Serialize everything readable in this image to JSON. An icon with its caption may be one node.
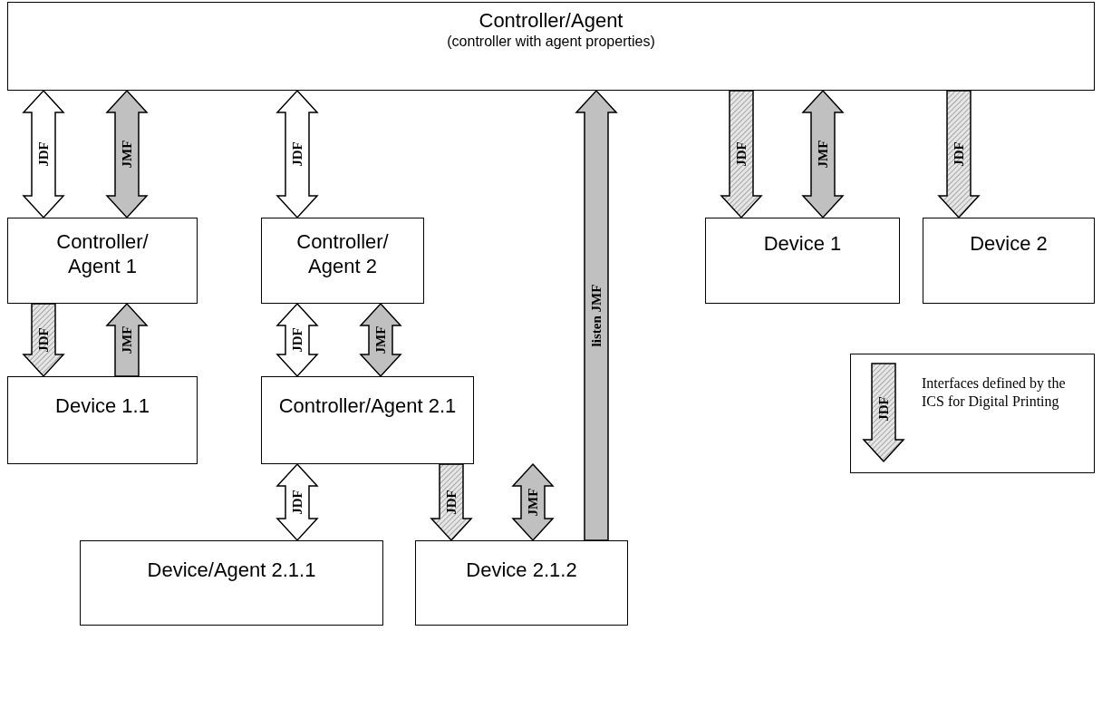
{
  "diagram": {
    "nodes": [
      {
        "text": [
          "Controller/Agent",
          "(controller with agent properties)"
        ]
      },
      {
        "text": [
          "Controller/ Agent 1"
        ]
      },
      {
        "text": [
          "Controller/ Agent 2"
        ]
      },
      {
        "text": [
          "Device 1"
        ]
      },
      {
        "text": [
          "Device 2"
        ]
      },
      {
        "text": [
          "Device 1.1"
        ]
      },
      {
        "text": [
          "Controller/Agent 2.1"
        ]
      },
      {
        "text": [
          "Device/Agent 2.1.1"
        ]
      },
      {
        "text": [
          "Device 2.1.2"
        ]
      }
    ],
    "edges": [
      {
        "from": 0,
        "to": 1,
        "arrow": "both",
        "label": "JDF"
      },
      {
        "from": 0,
        "to": 1,
        "arrow": "both",
        "label": "JMF",
        "color": "#c0c0c0"
      },
      {
        "from": 0,
        "to": 2,
        "arrow": "both",
        "label": "JDF"
      },
      {
        "from": 8,
        "to": 0,
        "arrow": "to",
        "label": "listen JMF",
        "color": "#c0c0c0"
      },
      {
        "from": 0,
        "to": 3,
        "arrow": "to",
        "label": "JDF",
        "style": "dashed",
        "color": "#a6a6a6"
      },
      {
        "from": 0,
        "to": 3,
        "arrow": "both",
        "label": "JMF",
        "color": "#c0c0c0"
      },
      {
        "from": 0,
        "to": 4,
        "arrow": "to",
        "label": "JDF",
        "style": "dashed",
        "color": "#a6a6a6"
      },
      {
        "from": 1,
        "to": 5,
        "arrow": "to",
        "label": "JDF",
        "style": "dashed",
        "color": "#a6a6a6"
      },
      {
        "from": 5,
        "to": 1,
        "arrow": "to",
        "label": "JMF",
        "color": "#c0c0c0"
      },
      {
        "from": 2,
        "to": 6,
        "arrow": "both",
        "label": "JDF"
      },
      {
        "from": 2,
        "to": 6,
        "arrow": "both",
        "label": "JMF",
        "color": "#c0c0c0"
      },
      {
        "from": 6,
        "to": 7,
        "arrow": "both",
        "label": "JDF"
      },
      {
        "from": 6,
        "to": 8,
        "arrow": "to",
        "label": "JDF",
        "style": "dashed",
        "color": "#a6a6a6"
      },
      {
        "from": 6,
        "to": 8,
        "arrow": "both",
        "label": "JMF",
        "color": "#c0c0c0"
      }
    ],
    "labels": [
      "JDF"
    ],
    "legend": [
      {
        "text": "Interfaces defined by the ICS for Digital Printing"
      }
    ]
  }
}
